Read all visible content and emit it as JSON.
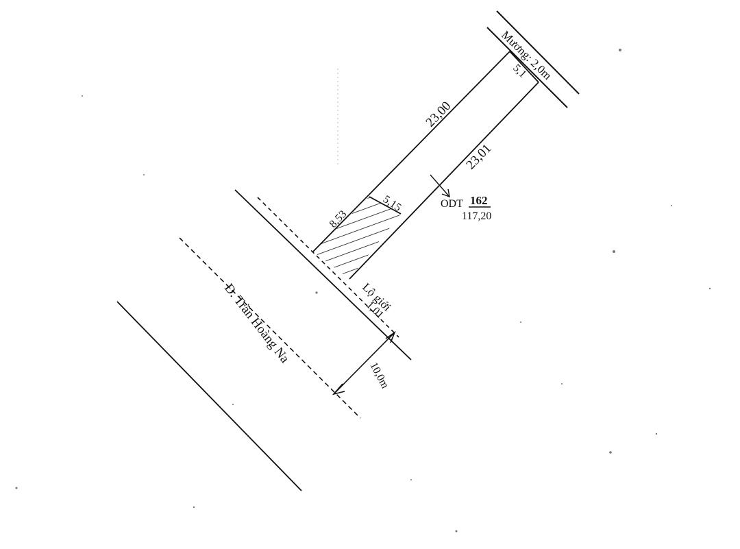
{
  "plan": {
    "canal_label": "Mương: 2,0m",
    "canal_width_label": "5,1",
    "side_left_length": "23,00",
    "side_right_length": "23,01",
    "front_left_length": "8,53",
    "front_right_length": "5,15",
    "parcel_type": "ODT",
    "parcel_number": "162",
    "parcel_area": "117,20",
    "setback_label": "Lộ giới",
    "setback_distance": "1,01",
    "road_width": "10,0m",
    "road_name": "Đ. Trần Hoàng Na"
  }
}
